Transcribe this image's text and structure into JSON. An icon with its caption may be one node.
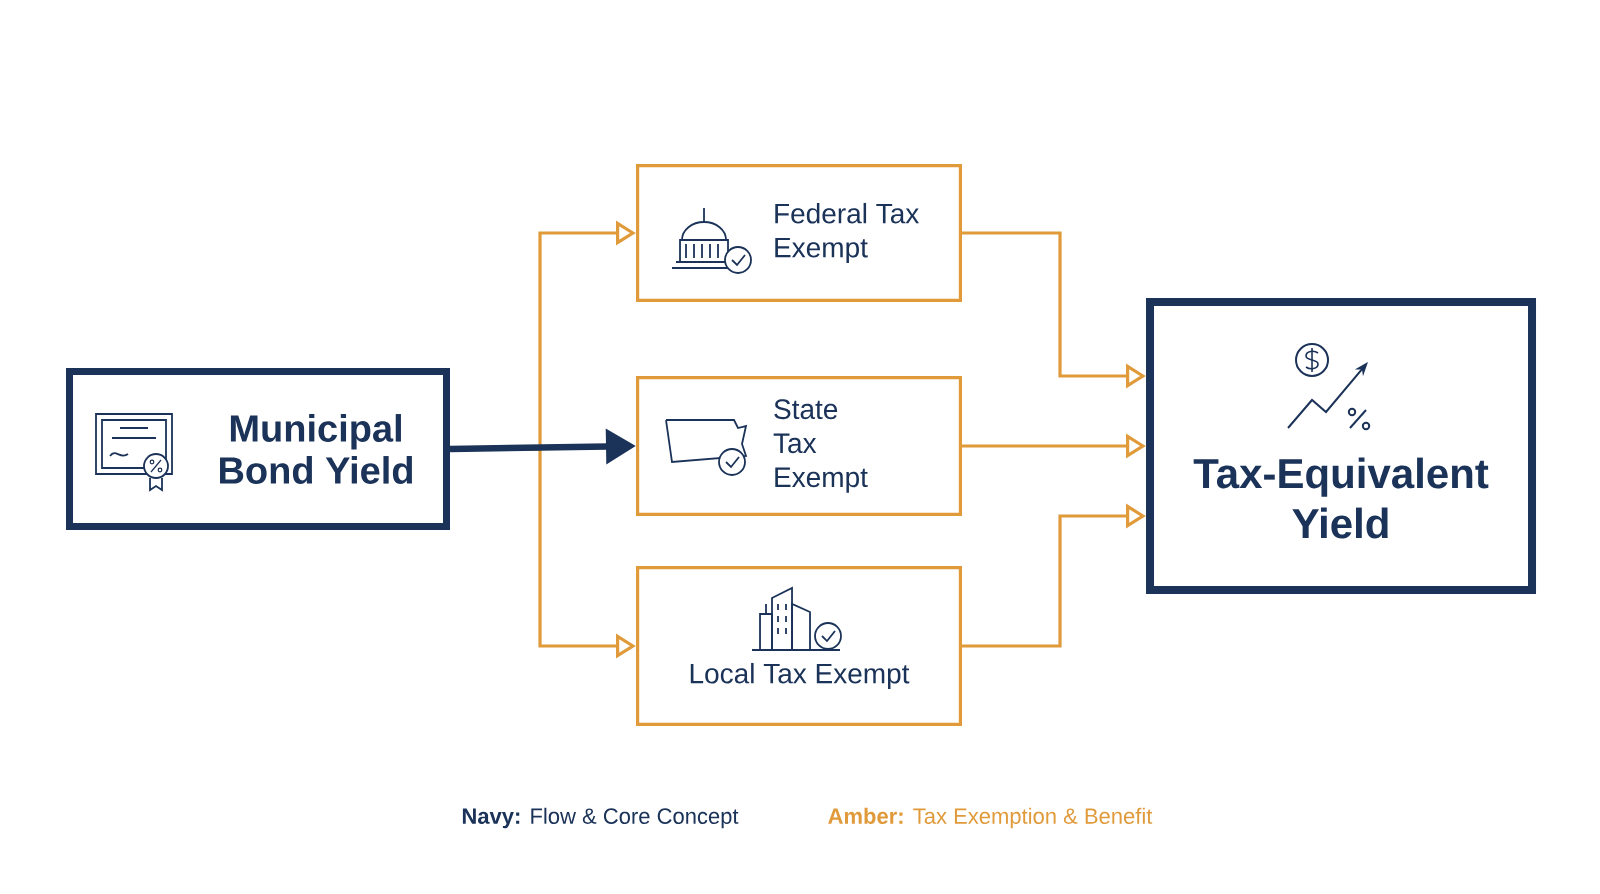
{
  "diagram": {
    "nodes": [
      {
        "text": [
          "Municipal Bond Yield"
        ]
      },
      {
        "text": [
          "Federal Tax Exempt"
        ]
      },
      {
        "text": [
          "State Tax Exempt"
        ]
      },
      {
        "text": [
          "Local Tax Exempt"
        ]
      },
      {
        "text": [
          "Tax-Equivalent Yield"
        ]
      }
    ],
    "edges": [
      {
        "from": 0,
        "to": 2,
        "arrow": "to",
        "style": "thick",
        "color": "#1b3358"
      },
      {
        "from": 0,
        "to": 1,
        "arrow": "to"
      },
      {
        "from": 0,
        "to": 3,
        "arrow": "to"
      },
      {
        "from": 1,
        "to": 4,
        "arrow": "to"
      },
      {
        "from": 2,
        "to": 4,
        "arrow": "to"
      },
      {
        "from": 3,
        "to": 4,
        "arrow": "to"
      }
    ],
    "legend": [
      {
        "text": "**Navy:** Flow & Core Concept",
        "color": "#1b3358"
      },
      {
        "text": "**Amber:** Tax Exemption & Benefit",
        "color": "#e09a3a"
      }
    ]
  }
}
